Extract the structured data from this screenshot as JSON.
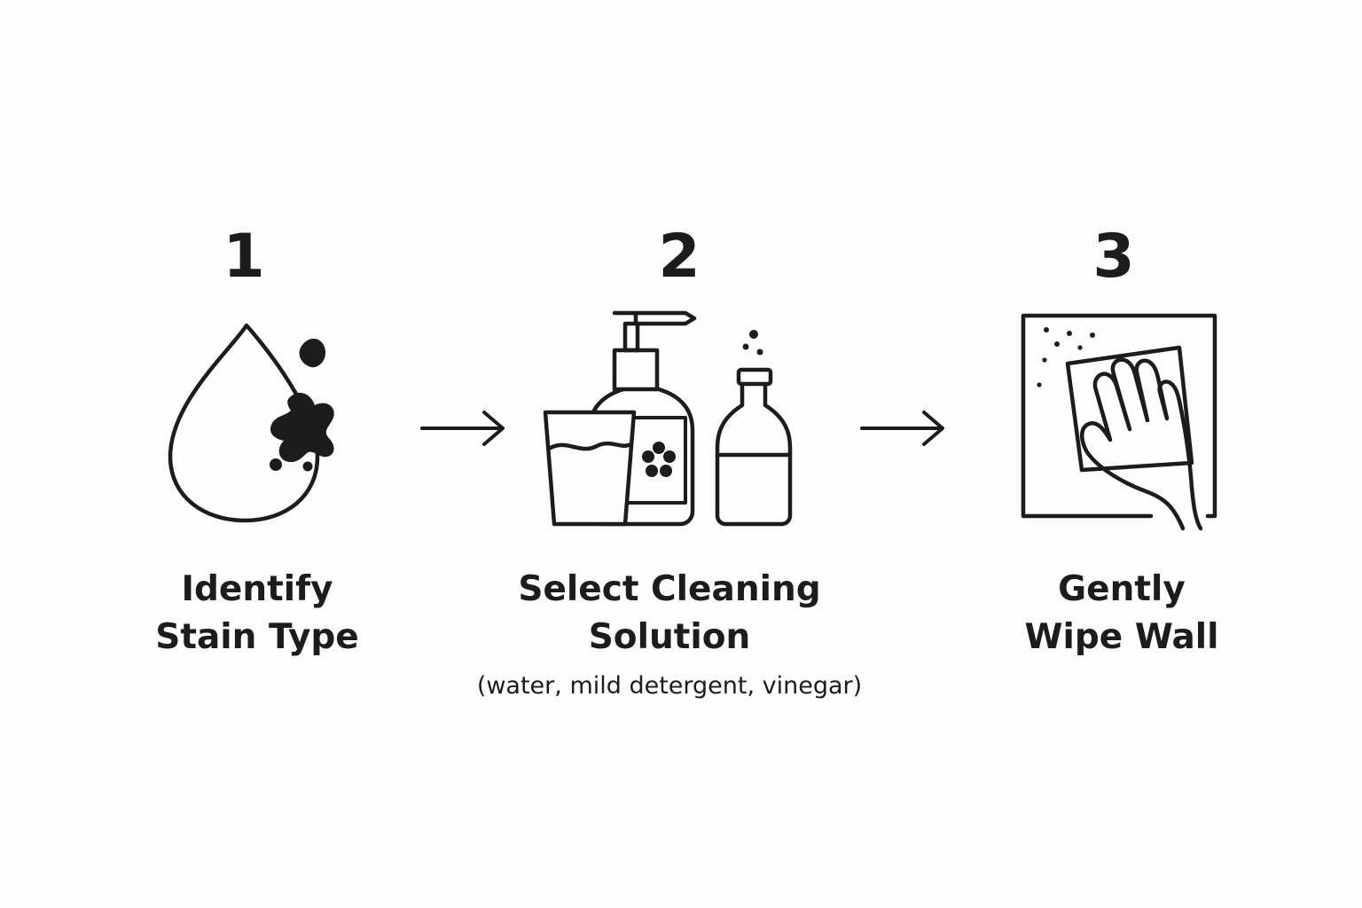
{
  "steps": [
    {
      "number": "1",
      "title_line1": "Identify",
      "title_line2": "Stain Type",
      "icon": "stain-drop-icon"
    },
    {
      "number": "2",
      "title_line1": "Select Cleaning",
      "title_line2": "Solution",
      "subtitle": "(water, mild detergent, vinegar)",
      "icon": "cleaning-supplies-icon"
    },
    {
      "number": "3",
      "title_line1": "Gently",
      "title_line2": "Wipe Wall",
      "icon": "hand-wiping-wall-icon"
    }
  ],
  "connectors": [
    "arrow-right-icon",
    "arrow-right-icon"
  ],
  "colors": {
    "ink": "#1c1c1c",
    "background": "#fdfdfd"
  }
}
